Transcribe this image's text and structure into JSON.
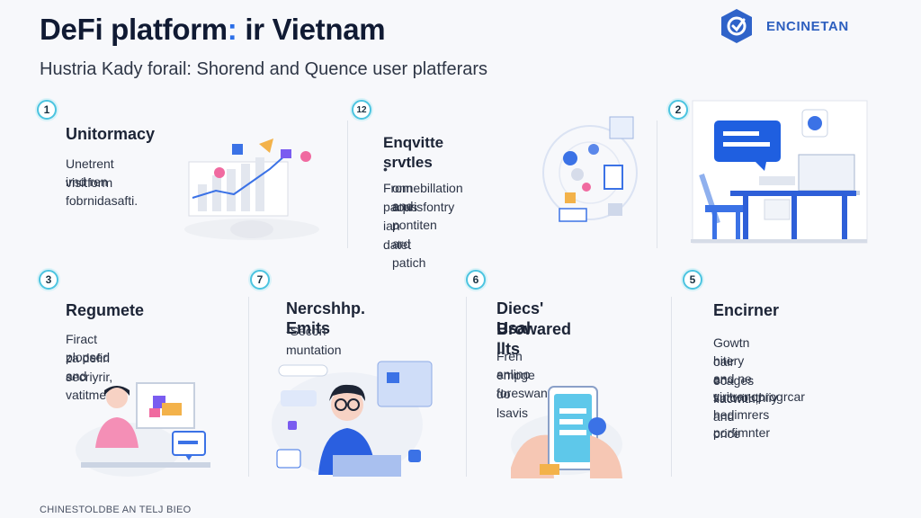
{
  "header": {
    "title_main": "DeFi platform",
    "title_colon": ":",
    "title_tail": " ir Vietnam",
    "subtitle": "Hustria Kady forail: Shorend and Quence user platferars",
    "brand_name": "ENCINETAN"
  },
  "cards": [
    {
      "badge": "1",
      "title": "Unitormacy",
      "desc": [
        "Unetrent visitform",
        "imd ren fobrnidasafti."
      ]
    },
    {
      "badge": "12",
      "title": "Enqvitte srvtles",
      "desc": [
        "• From paous ian datet",
        "onnebillation a prisfontry",
        "and pontiten ard patich"
      ]
    },
    {
      "badge": "2",
      "title": "",
      "desc": []
    },
    {
      "badge": "3",
      "title": "Regumete",
      "desc": [
        "Firact za defiri secriyrir,",
        "plopsed and vatitmes"
      ]
    },
    {
      "badge": "7",
      "title": "Nercshhp. Emits",
      "desc": [
        "-Secon muntation"
      ]
    },
    {
      "badge": "6",
      "title": "Diecs' Usal Browared llts",
      "title_lines": [
        "Diecs' Usal",
        "Browared llts"
      ],
      "desc": [
        "Fren empge do lsavis",
        "anlino foreswands"
      ]
    },
    {
      "badge": "5",
      "title": "Encirner",
      "desc": [
        "Gowtn oair ecages",
        "hitery on fiacwith,",
        "and ne sutorouthiiy and",
        "viritranoprogrcar",
        "hedimrers orice",
        "porfimnter"
      ]
    }
  ],
  "footer": {
    "text": "CHINESTOLDBE AN TELJ BIEO"
  },
  "colors": {
    "accent": "#2a6ee8",
    "badge_ring": "#4cc4e0",
    "brand": "#2d5fbf"
  },
  "icons": [
    "brand-logo-icon",
    "chart-illustration",
    "network-illustration",
    "desk-illustration",
    "person-laptop-illustration",
    "developer-illustration",
    "phone-illustration"
  ]
}
